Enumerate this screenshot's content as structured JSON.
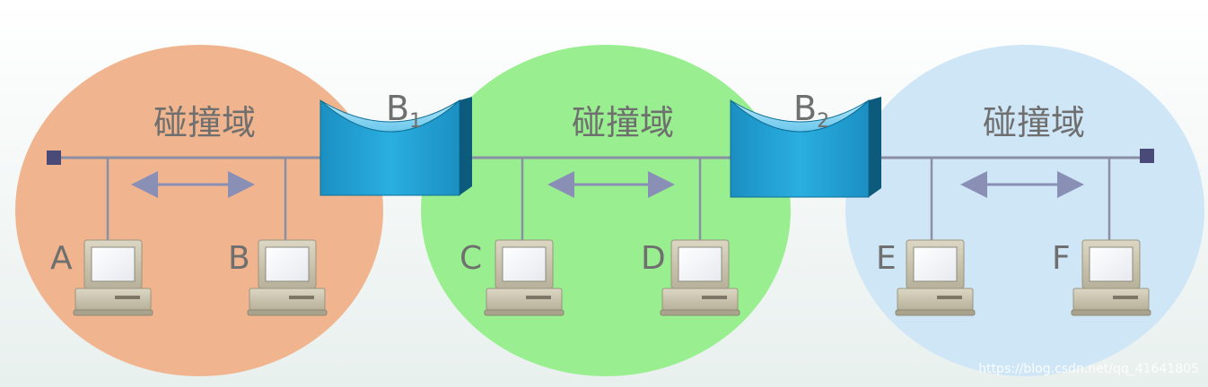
{
  "domains": [
    {
      "label": "碰撞域",
      "color": "#f0b58f"
    },
    {
      "label": "碰撞域",
      "color": "#99ef8f"
    },
    {
      "label": "碰撞域",
      "color": "#cfe6f7"
    }
  ],
  "bridges": [
    {
      "name": "B",
      "subscript": "1"
    },
    {
      "name": "B",
      "subscript": "2"
    }
  ],
  "hosts": [
    "A",
    "B",
    "C",
    "D",
    "E",
    "F"
  ],
  "colors": {
    "bus": "#8a8fa6",
    "arrow": "#8a8fb5",
    "bridge_front": "#1ea0d2",
    "bridge_dark": "#0c6e95",
    "terminator": "#4a4a78",
    "label_text": "#6f6f6f",
    "computer_body": "#cdc7b3"
  },
  "watermark": "https://blog.csdn.net/qq_41641805"
}
